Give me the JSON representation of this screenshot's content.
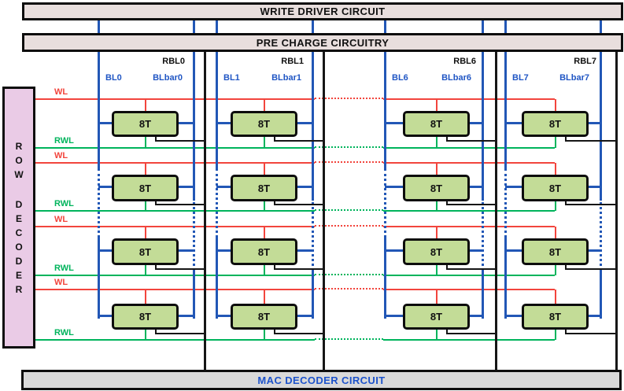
{
  "banners": {
    "write_driver": "WRITE DRIVER CIRCUIT",
    "pre_charge": "PRE CHARGE CIRCUITRY",
    "mac_decoder": "MAC DECODER CIRCUIT"
  },
  "row_decoder": {
    "label": "ROW DECODER"
  },
  "cell_label": "8T",
  "row_lines": [
    {
      "wl": "WL",
      "rwl": "RWL"
    },
    {
      "wl": "WL",
      "rwl": "RWL"
    },
    {
      "wl": "WL",
      "rwl": "RWL"
    },
    {
      "wl": "WL",
      "rwl": "RWL"
    }
  ],
  "columns": [
    {
      "rbl_label": "RBL0",
      "bl_label": "BL0",
      "blbar_label": "BLbar0"
    },
    {
      "rbl_label": "RBL1",
      "bl_label": "BL1",
      "blbar_label": "BLbar1"
    },
    {
      "rbl_label": "RBL6",
      "bl_label": "BL6",
      "blbar_label": "BLbar6"
    },
    {
      "rbl_label": "RBL7",
      "bl_label": "BL7",
      "blbar_label": "BLbar7"
    }
  ],
  "colors": {
    "wl_red": "#f2453d",
    "rwl_green": "#00b45c",
    "bitline_blue": "#2257b6",
    "label_blue": "#2056c4",
    "readline_black": "#161616",
    "cell_fill": "#c3dc97",
    "banner_fill": "#e8dedd",
    "mac_fill": "#d9d9d9",
    "mac_text": "#1d53cb",
    "decoder_fill": "#eacbe6",
    "label_black": "#111111"
  }
}
